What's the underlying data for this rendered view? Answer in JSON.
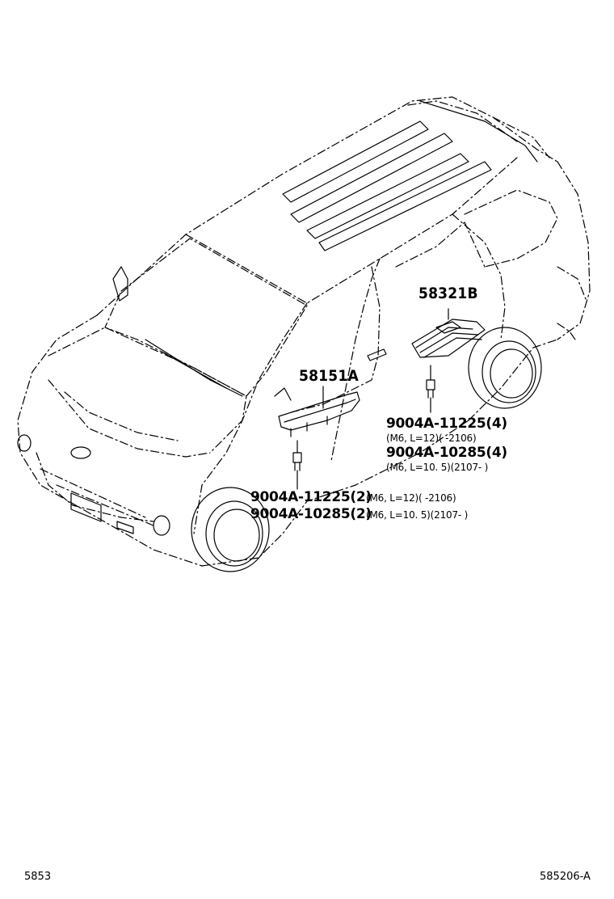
{
  "parts": {
    "p58321b": "58321B",
    "p58151a": "58151A",
    "rear_bolt_1": {
      "code": "9004A-11225(4)",
      "spec": "(M6, L=12)(        -2106)"
    },
    "rear_bolt_2": {
      "code": "9004A-10285(4)",
      "spec": "(M6, L=10. 5)(2107-        )"
    },
    "front_bolt_1": {
      "code": "9004A-11225(2)",
      "spec": "(M6, L=12)(        -2106)"
    },
    "front_bolt_2": {
      "code": "9004A-10285(2)",
      "spec": "(M6, L=10. 5)(2107-        )"
    }
  },
  "footer": {
    "left": "5853",
    "right": "585206-A"
  }
}
